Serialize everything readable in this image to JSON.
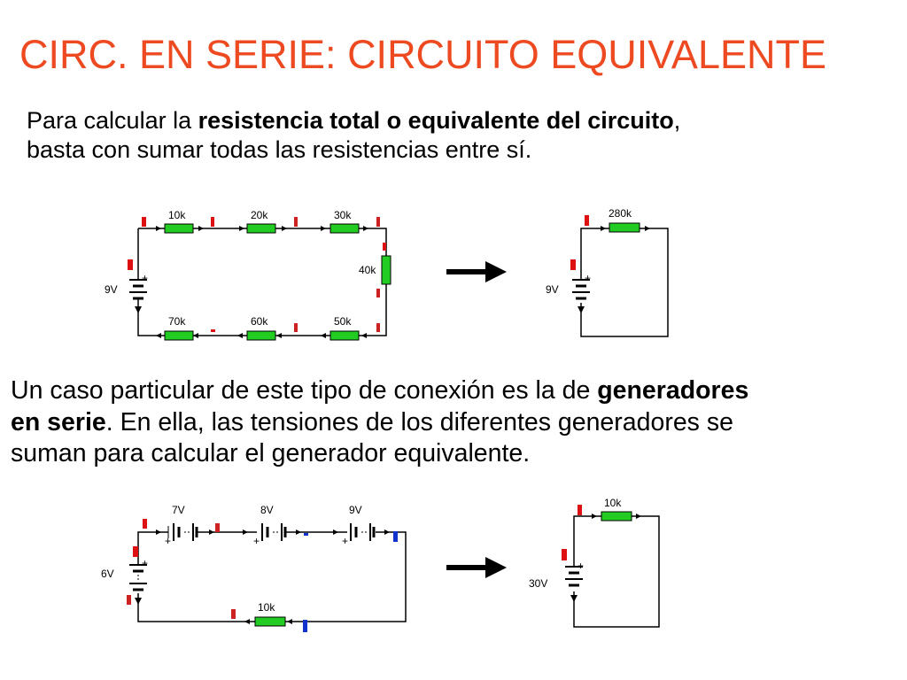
{
  "title": "CIRC. EN SERIE: CIRCUITO EQUIVALENTE",
  "p1": {
    "a": "Para calcular la ",
    "b": "resistencia total o equivalente del circuito",
    "c": ",",
    "d": "basta con sumar todas las resistencias entre sí."
  },
  "p2": {
    "line1_a": "Un caso particular de este tipo de conexión es la de ",
    "line1_b": "generadores",
    "line2_a": "en serie",
    "line2_b": ". En ella, las tensiones de los diferentes generadores se",
    "line3": "suman para calcular el generador equivalente."
  },
  "circuit1": {
    "resistors": [
      "10k",
      "20k",
      "30k",
      "40k",
      "50k",
      "60k",
      "70k"
    ],
    "battery": "9V",
    "plus": "+"
  },
  "circuit1_eq": {
    "resistor": "280k",
    "battery": "9V",
    "plus": "+"
  },
  "circuit2": {
    "batteries": [
      "7V",
      "8V",
      "9V"
    ],
    "battery_left": "6V",
    "resistor": "10k",
    "plus": "+"
  },
  "circuit2_eq": {
    "resistor": "10k",
    "battery": "30V",
    "plus": "+"
  },
  "colors": {
    "title": "#ee4a22",
    "resistor": "#22cc22",
    "probe_red": "#dd1111",
    "probe_blue": "#1133cc"
  }
}
